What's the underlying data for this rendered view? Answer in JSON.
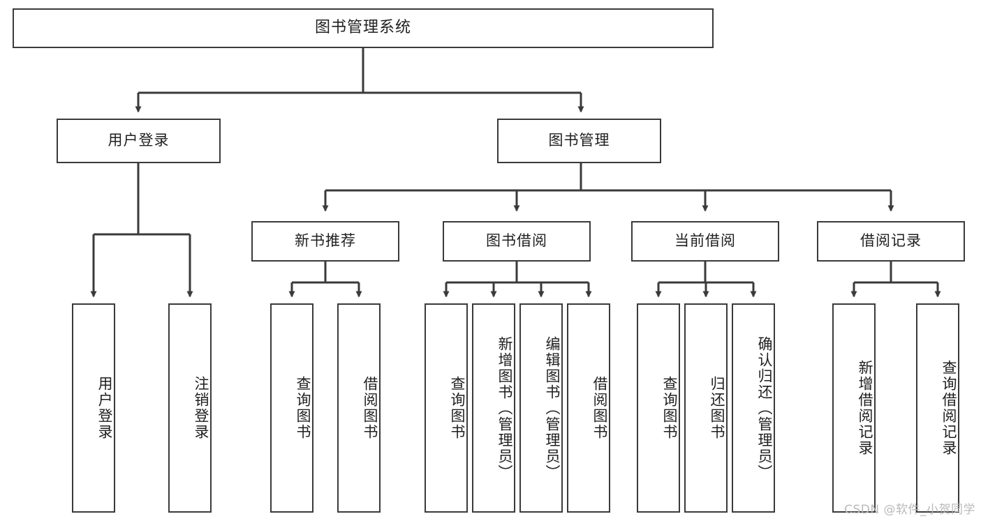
{
  "diagram": {
    "title": "图书管理系统",
    "root": {
      "label": "图书管理系统"
    },
    "level2": [
      {
        "label": "用户登录"
      },
      {
        "label": "图书管理"
      }
    ],
    "level3": [
      {
        "label": "新书推荐"
      },
      {
        "label": "图书借阅"
      },
      {
        "label": "当前借阅"
      },
      {
        "label": "借阅记录"
      }
    ],
    "leaves_user_login": [
      {
        "label": "用户登录"
      },
      {
        "label": "注销登录"
      }
    ],
    "leaves_new_book": [
      {
        "label": "查询图书"
      },
      {
        "label": "借阅图书"
      }
    ],
    "leaves_borrow": [
      {
        "label": "查询图书"
      },
      {
        "label": "新增图书（管理员）"
      },
      {
        "label": "编辑图书（管理员）"
      },
      {
        "label": "借阅图书"
      }
    ],
    "leaves_current": [
      {
        "label": "查询图书"
      },
      {
        "label": "归还图书"
      },
      {
        "label": "确认归还（管理员）"
      }
    ],
    "leaves_record": [
      {
        "label": "新增借阅记录"
      },
      {
        "label": "查询借阅记录"
      }
    ],
    "watermark": "CSDN @软件_小贺同学",
    "colors": {
      "border": "#3a3a3a",
      "text": "#1f1f1f",
      "background": "#ffffff",
      "watermark": "#b9b9b9"
    }
  }
}
